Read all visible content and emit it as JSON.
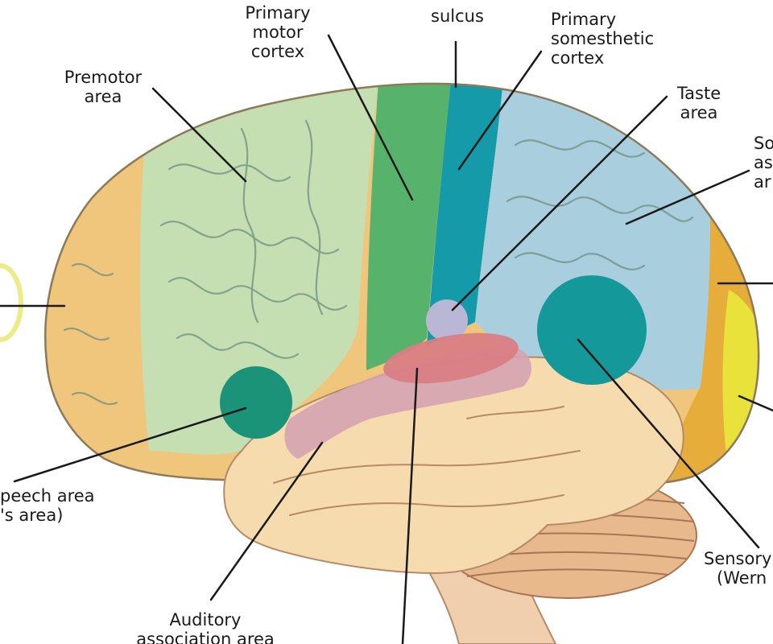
{
  "labels": {
    "central_sulcus": "sulcus",
    "primary_motor_cortex": [
      "Primary",
      "motor",
      "cortex"
    ],
    "primary_somesthetic_cortex": [
      "Primary",
      "somesthetic",
      "cortex"
    ],
    "premotor_area": [
      "Premotor",
      "area"
    ],
    "taste_area": [
      "Taste",
      "area"
    ],
    "somesthetic_association_area": [
      "So",
      "as",
      "ar"
    ],
    "motor_speech_area": [
      "peech area",
      "'s area)"
    ],
    "auditory_association_area": [
      "Auditory",
      "association area"
    ],
    "sensory_speech_area": [
      "Sensory",
      "(Wern"
    ]
  },
  "colors": {
    "prefrontal": "#efc67c",
    "premotor": "#c5dfb2",
    "primary_motor": "#57b36b",
    "primary_somesthetic": "#149aa9",
    "somesthetic_association": "#a9cede",
    "visual_association": "#e7ad3a",
    "visual_cortex": "#e9e23a",
    "temporal": "#f6dbae",
    "auditory": "#d97e84",
    "speech_area": "#1a9379",
    "wernicke": "#159899",
    "cerebellum": "#e9b98e",
    "brainstem": "#efcfae",
    "leader_line": "#1a1a1a"
  }
}
